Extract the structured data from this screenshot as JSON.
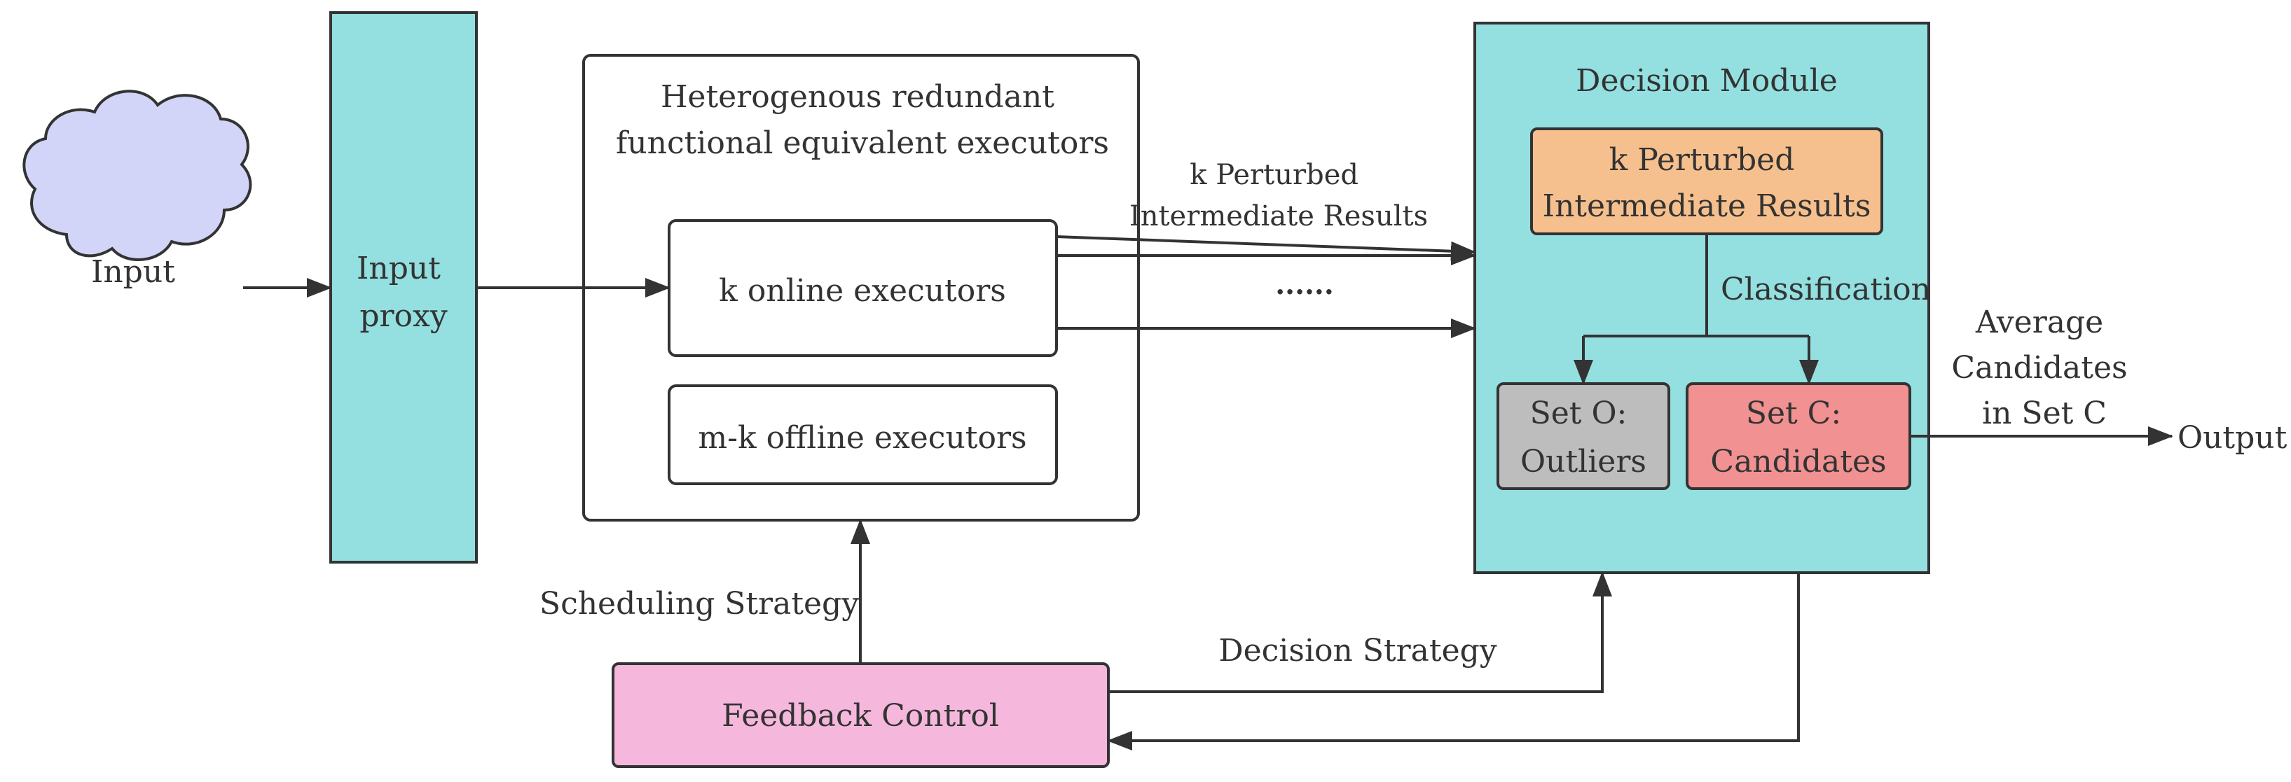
{
  "nodes": {
    "input": "Input",
    "input_proxy": [
      "Input",
      "proxy"
    ],
    "executors_title": [
      "Heterogenous redundant",
      "functional equivalent executors"
    ],
    "online_executors": "k online executors",
    "offline_executors": "m-k offline executors",
    "decision_title": "Decision Module",
    "perturbed_results": [
      "k Perturbed",
      "Intermediate Results"
    ],
    "set_o": [
      "Set O:",
      "Outliers"
    ],
    "set_c": [
      "Set C:",
      "Candidates"
    ],
    "feedback_control": "Feedback Control"
  },
  "edge_labels": {
    "perturbed_edge": [
      "k Perturbed",
      "Intermediate Results"
    ],
    "ellipsis": "......",
    "classification": "Classification",
    "average": [
      "Average",
      "Candidates",
      "in Set C"
    ],
    "output": "Output",
    "scheduling": "Scheduling Strategy",
    "decision_strategy": "Decision Strategy"
  },
  "colors": {
    "cloud_fill": "#D2D5F7",
    "teal_fill": "#94E0E0",
    "orange_fill": "#F6C08E",
    "gray_fill": "#BDBDBD",
    "red_fill": "#F19191",
    "pink_fill": "#F5B8DC",
    "white_fill": "#FFFFFF",
    "stroke": "#333333"
  }
}
